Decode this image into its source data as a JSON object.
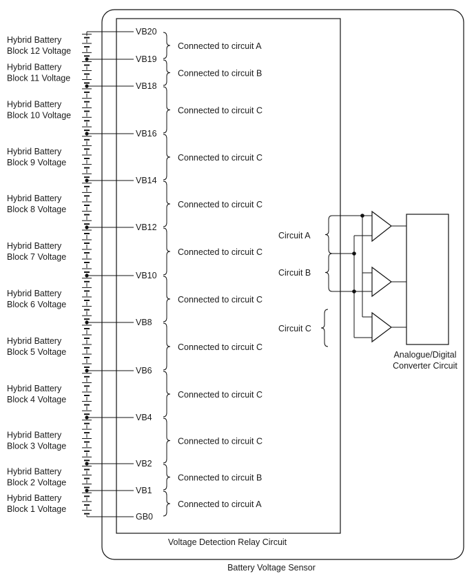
{
  "blocks": [
    {
      "line1": "Hybrid Battery",
      "line2": "Block 12 Voltage"
    },
    {
      "line1": "Hybrid Battery",
      "line2": "Block 11 Voltage"
    },
    {
      "line1": "Hybrid Battery",
      "line2": "Block 10 Voltage"
    },
    {
      "line1": "Hybrid Battery",
      "line2": "Block 9 Voltage"
    },
    {
      "line1": "Hybrid Battery",
      "line2": "Block 8 Voltage"
    },
    {
      "line1": "Hybrid Battery",
      "line2": "Block 7 Voltage"
    },
    {
      "line1": "Hybrid Battery",
      "line2": "Block 6 Voltage"
    },
    {
      "line1": "Hybrid Battery",
      "line2": "Block 5 Voltage"
    },
    {
      "line1": "Hybrid Battery",
      "line2": "Block 4 Voltage"
    },
    {
      "line1": "Hybrid Battery",
      "line2": "Block 3 Voltage"
    },
    {
      "line1": "Hybrid Battery",
      "line2": "Block 2 Voltage"
    },
    {
      "line1": "Hybrid Battery",
      "line2": "Block 1 Voltage"
    }
  ],
  "terminals": [
    "VB20",
    "VB19",
    "VB18",
    "VB16",
    "VB14",
    "VB12",
    "VB10",
    "VB8",
    "VB6",
    "VB4",
    "VB2",
    "VB1",
    "GB0"
  ],
  "connections": [
    "Connected to circuit A",
    "Connected to circuit B",
    "Connected to circuit C",
    "Connected to circuit C",
    "Connected to circuit C",
    "Connected to circuit C",
    "Connected to circuit C",
    "Connected to circuit C",
    "Connected to circuit C",
    "Connected to circuit C",
    "Connected to circuit B",
    "Connected to circuit A"
  ],
  "circuits": [
    "Circuit A",
    "Circuit B",
    "Circuit C"
  ],
  "adc": {
    "line1": "Analogue/Digital",
    "line2": "Converter Circuit"
  },
  "relay_label": "Voltage Detection Relay Circuit",
  "sensor_label": "Battery Voltage Sensor"
}
